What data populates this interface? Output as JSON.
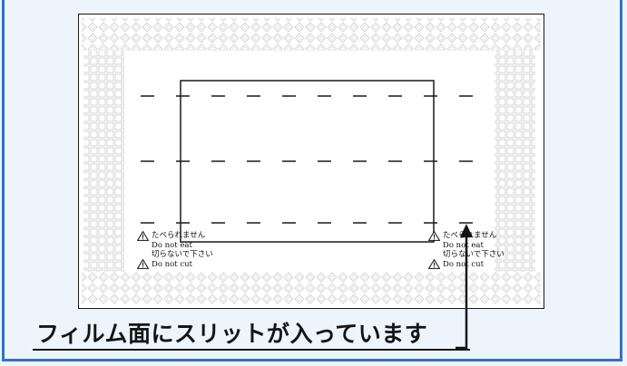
{
  "caption": "フィルム面にスリットが入っています",
  "warnings": {
    "left": [
      {
        "text": "たべられません",
        "icon": "warning-triangle-icon"
      },
      {
        "text": "Do not eat",
        "icon": ""
      },
      {
        "text": "切らないで下さい",
        "icon": ""
      },
      {
        "text": "Do not cut",
        "icon": "warning-triangle-icon"
      }
    ],
    "right": [
      {
        "text": "たべられません",
        "icon": "warning-triangle-icon"
      },
      {
        "text": "Do not eat",
        "icon": ""
      },
      {
        "text": "切らないで下さい",
        "icon": ""
      },
      {
        "text": "Do not cut",
        "icon": "warning-triangle-icon"
      }
    ]
  },
  "colors": {
    "frame_blue": "#2f73c8",
    "background": "#eef4fb",
    "pattern_gray": "#d9d9d9",
    "line_black": "#1a1a1a"
  }
}
